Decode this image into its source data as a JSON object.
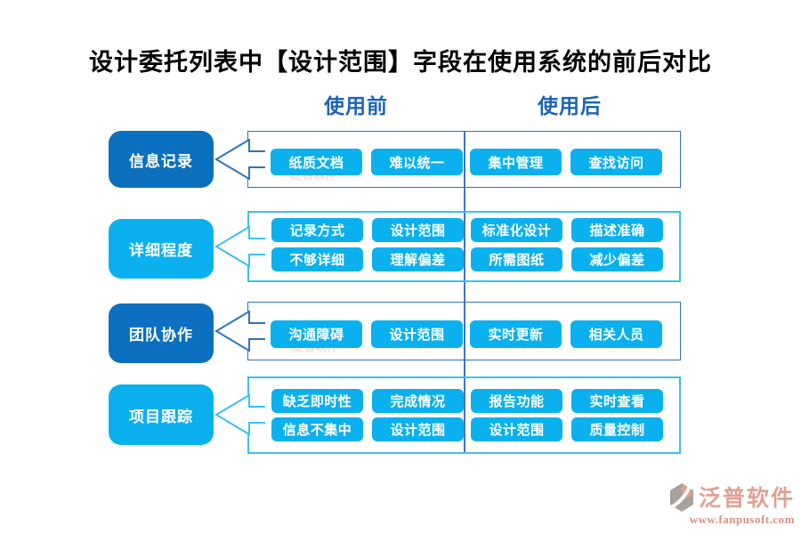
{
  "title": "设计委托列表中【设计范围】字段在使用系统的前后对比",
  "columns": {
    "before": "使用前",
    "after": "使用后"
  },
  "rows": [
    {
      "label": "信息记录",
      "before": [
        "纸质文档",
        "难以统一"
      ],
      "after": [
        "集中管理",
        "查找访问"
      ]
    },
    {
      "label": "详细程度",
      "before": [
        "记录方式",
        "设计范围",
        "不够详细",
        "理解偏差"
      ],
      "after": [
        "标准化设计",
        "描述准确",
        "所需图纸",
        "减少偏差"
      ]
    },
    {
      "label": "团队协作",
      "before": [
        "沟通障碍",
        "设计范围"
      ],
      "after": [
        "实时更新",
        "相关人员"
      ]
    },
    {
      "label": "项目跟踪",
      "before": [
        "缺乏即时性",
        "完成情况",
        "信息不集中",
        "设计范围"
      ],
      "after": [
        "报告功能",
        "实时查看",
        "设计范围",
        "质量控制"
      ]
    }
  ],
  "branding": {
    "name": "泛普软件",
    "url": "www.fanpusoft.com"
  },
  "colors": {
    "dark_blue_box": "#0b70c0",
    "cyan_box": "#0ab1ee",
    "dark_border": "#2e75b6",
    "cyan_border": "#3cc0f1",
    "divider": "#4472c4",
    "header_text": "#1b64b5",
    "brand_salmon": "#e0a191"
  }
}
